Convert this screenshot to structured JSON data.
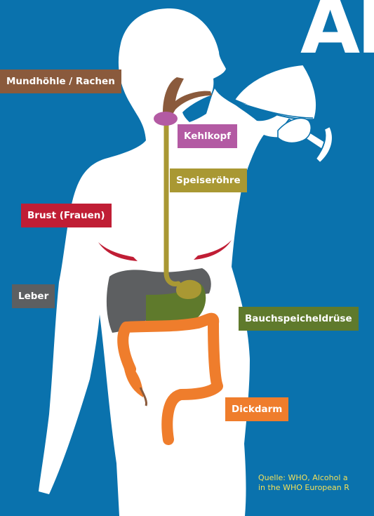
{
  "title_fragment": "Al",
  "labels": {
    "mouth": "Mundhöhle / Rachen",
    "larynx": "Kehlkopf",
    "esophagus": "Speiseröhre",
    "breast": "Brust (Frauen)",
    "liver": "Leber",
    "pancreas": "Bauchspeicheldrüse",
    "colon": "Dickdarm"
  },
  "source": {
    "line1": "Quelle: WHO, Alcohol a",
    "line2": "in the WHO European R"
  },
  "colors": {
    "background": "#0a72ad",
    "body": "#ffffff",
    "mouth": "#8a5a3c",
    "larynx": "#b35aa3",
    "esophagus": "#a99833",
    "breast": "#c01e35",
    "liver": "#5d5f61",
    "pancreas": "#5f7a2c",
    "colon": "#ef7d2c",
    "source_text": "#f2e05a"
  }
}
